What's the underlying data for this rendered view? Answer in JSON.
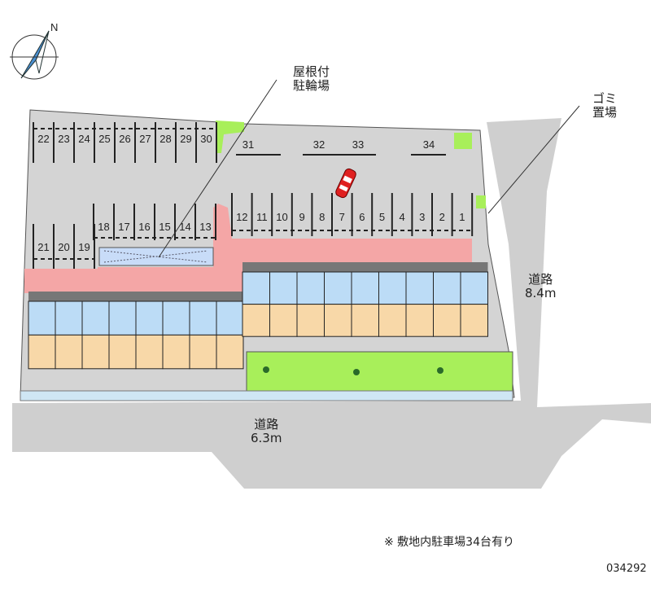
{
  "compass": {
    "north_label": "N"
  },
  "labels": {
    "covered_bike_parking": [
      "屋根付",
      "駐輪場"
    ],
    "garbage_area": [
      "ゴミ",
      "置場"
    ],
    "road_right": {
      "name": "道路",
      "width": "8.4m"
    },
    "road_bottom": {
      "name": "道路",
      "width": "6.3m"
    }
  },
  "parking_spaces": {
    "top_row": [
      "22",
      "23",
      "24",
      "25",
      "26",
      "27",
      "28",
      "29",
      "30"
    ],
    "upper_right": [
      "31",
      "32",
      "33",
      "34"
    ],
    "middle_left": [
      "18",
      "17",
      "16",
      "15",
      "14",
      "13"
    ],
    "bottom_left": [
      "21",
      "20",
      "19"
    ],
    "right_row": [
      "12",
      "11",
      "10",
      "9",
      "8",
      "7",
      "6",
      "5",
      "4",
      "3",
      "2",
      "1"
    ]
  },
  "note": "※ 敷地内駐車場34台有り",
  "code": "034292",
  "colors": {
    "lot": "#d4d4d4",
    "road": "#cfcfcf",
    "drive": "#f4a6a6",
    "green": "#a8ef5a",
    "unit_blue": "#bcdcf6",
    "unit_tan": "#f8d8a8",
    "car": "#e02020"
  }
}
